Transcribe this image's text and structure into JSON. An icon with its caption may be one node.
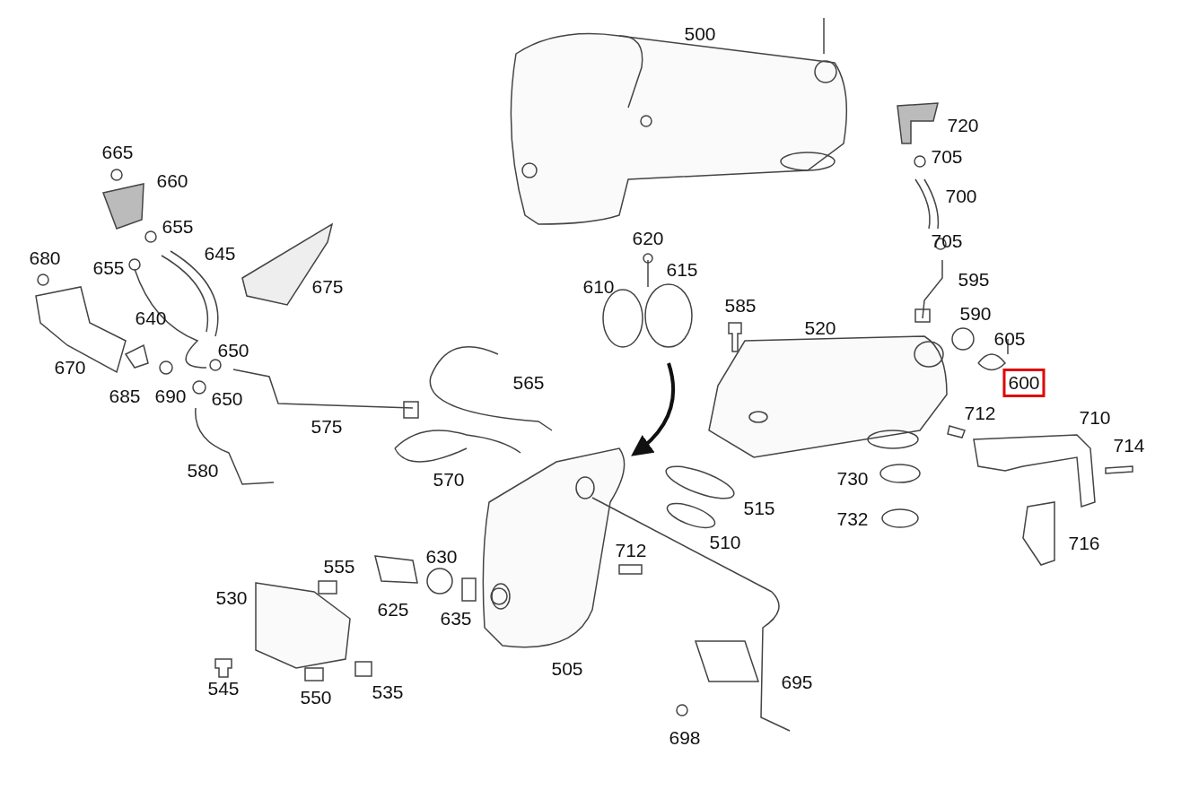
{
  "diagram": {
    "nodes": [
      {
        "text": [
          "600"
        ]
      }
    ],
    "edges": [],
    "labels": [
      "500",
      "720",
      "665",
      "705",
      "660",
      "700",
      "655",
      "620",
      "705",
      "680",
      "655",
      "645",
      "615",
      "595",
      "675",
      "610",
      "640",
      "585",
      "590",
      "650",
      "520",
      "605",
      "670",
      "685",
      "690",
      "650",
      "565",
      "575",
      "712",
      "710",
      "714",
      "580",
      "570",
      "730",
      "515",
      "732",
      "555",
      "630",
      "712",
      "510",
      "716",
      "530",
      "625",
      "635",
      "545",
      "550",
      "535",
      "505",
      "695",
      "698"
    ]
  }
}
